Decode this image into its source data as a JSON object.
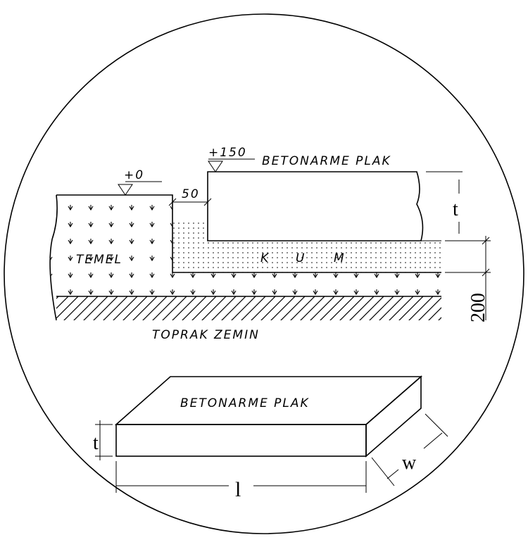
{
  "section": {
    "elev_ground": "+0",
    "elev_slab": "+150",
    "slab_label": "BETONARME PLAK",
    "gap_dim": "50",
    "foundation_label": "TEMEL",
    "sand_letters": [
      "K",
      "U",
      "M"
    ],
    "soil_label": "TOPRAK ZEMIN",
    "thickness_dim": "t",
    "sand_dim": "200"
  },
  "iso": {
    "slab_label": "BETONARME PLAK",
    "thickness_dim": "t",
    "length_dim": "l",
    "width_dim": "w"
  },
  "colors": {
    "line": "#000000",
    "background": "#ffffff"
  }
}
